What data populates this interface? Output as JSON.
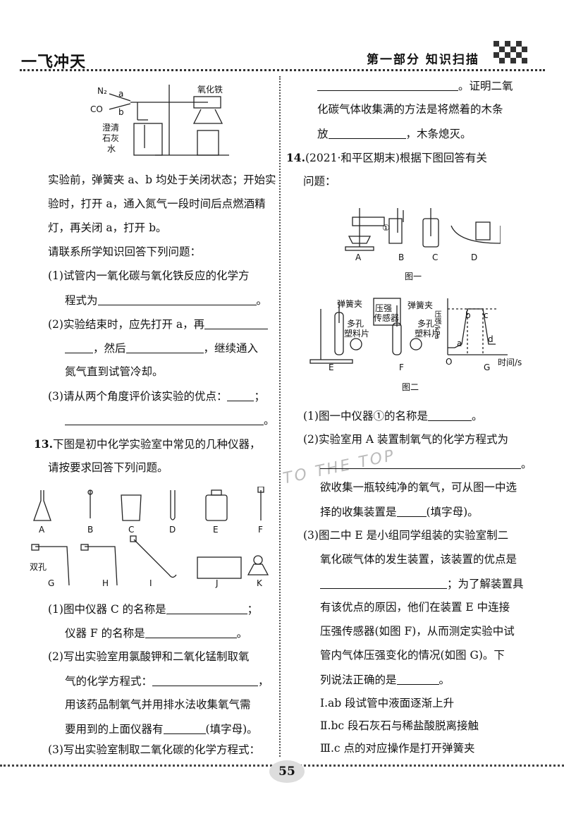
{
  "header": {
    "logo": "一飞冲天",
    "title": "第一部分 知识扫描"
  },
  "left": {
    "fig1": {
      "n2": "N₂",
      "a": "a",
      "co": "CO",
      "b": "b",
      "fe2o3": "氧化铁",
      "limewater1": "澄清",
      "limewater2": "石灰",
      "limewater3": "水"
    },
    "p1": "实验前，弹簧夹 a、b 均处于关闭状态；开始实",
    "p2": "验时，打开 a，通入氮气一段时间后点燃酒精",
    "p3": "灯，再关闭 a，打开 b。",
    "p4": "请联系所学知识回答下列问题：",
    "q1a": "(1)试管内一氧化碳与氧化铁反应的化学方",
    "q1b": "程式为",
    "q1b_end": "。",
    "q2a": "(2)实验结束时，应先打开 a，再",
    "q2b_mid": "，然后",
    "q2b_end": "，继续通入",
    "q2c": "氮气直到试管冷却。",
    "q3a": "(3)请从两个角度评价该实验的优点：",
    "q3a_end": "；",
    "q3b_end": "。",
    "q13_num": "13.",
    "q13a": "下图是初中化学实验室中常见的几种仪器，",
    "q13b": "请按要求回答下列问题。",
    "instruments": [
      "A",
      "B",
      "C",
      "D",
      "E",
      "F",
      "G",
      "H",
      "I",
      "J",
      "K"
    ],
    "g_label": "双孔",
    "s1a": "(1)图中仪器 C 的名称是",
    "s1a_end": "；",
    "s1b": "仪器 F 的名称是",
    "s1b_end": "。",
    "s2a": "(2)写出实验室用氯酸钾和二氧化锰制取氧",
    "s2b": "气的化学方程式：",
    "s2b_end": "，",
    "s2c": "用该药品制氧气并用排水法收集氧气需",
    "s2d": "要用到的上面仪器有",
    "s2d_end": "(填字母)。",
    "s3": "(3)写出实验室制取二氧化碳的化学方程式："
  },
  "right": {
    "r1_end": "。证明二氧",
    "r2": "化碳气体收集满的方法是将燃着的木条",
    "r3a": "放",
    "r3_end": "，木条熄灭。",
    "q14_num": "14.",
    "q14a": "(2021·和平区期末)根据下图回答有关",
    "q14b": "问题：",
    "fig1_labels": [
      "A",
      "B",
      "C",
      "D"
    ],
    "fig1_mark": "①",
    "fig1_caption": "图一",
    "fig2": {
      "spring_clip": "弹簧夹",
      "porous1": "多孔",
      "porous2": "塑料片",
      "sensor1": "压强",
      "sensor2": "传感器",
      "ylabel": "压强/kPa",
      "xlabel": "时间/s",
      "origin": "O",
      "pts": [
        "a",
        "b",
        "c",
        "d"
      ],
      "labels": [
        "E",
        "F",
        "G"
      ],
      "caption": "图二"
    },
    "a1": "(1)图一中仪器①的名称是",
    "a1_end": "。",
    "a2a": "(2)实验室用 A 装置制氧气的化学方程式为",
    "a2b_end": "。",
    "a2c": "欲收集一瓶较纯净的氧气，可从图一中选",
    "a2d": "择的收集装置是",
    "a2d_end": "(填字母)。",
    "a3a": "(3)图二中 E 是小组同学组装的实验室制二",
    "a3b": "氧化碳气体的发生装置，该装置的优点是",
    "a3c_end": "；为了解装置具",
    "a3d": "有该优点的原因，他们在装置 E 中连接",
    "a3e": "压强传感器(如图 F)，从而测定实验中试",
    "a3f": "管内气体压强变化的情况(如图 G)。下",
    "a3g": "列说法正确的是",
    "a3g_end": "。",
    "o1": "Ⅰ.ab 段试管中液面逐渐上升",
    "o2": "Ⅱ.bc 段石灰石与稀盐酸脱离接触",
    "o3": "Ⅲ.c 点的对应操作是打开弹簧夹"
  },
  "watermark": "TO THE TOP",
  "page_number": "55"
}
